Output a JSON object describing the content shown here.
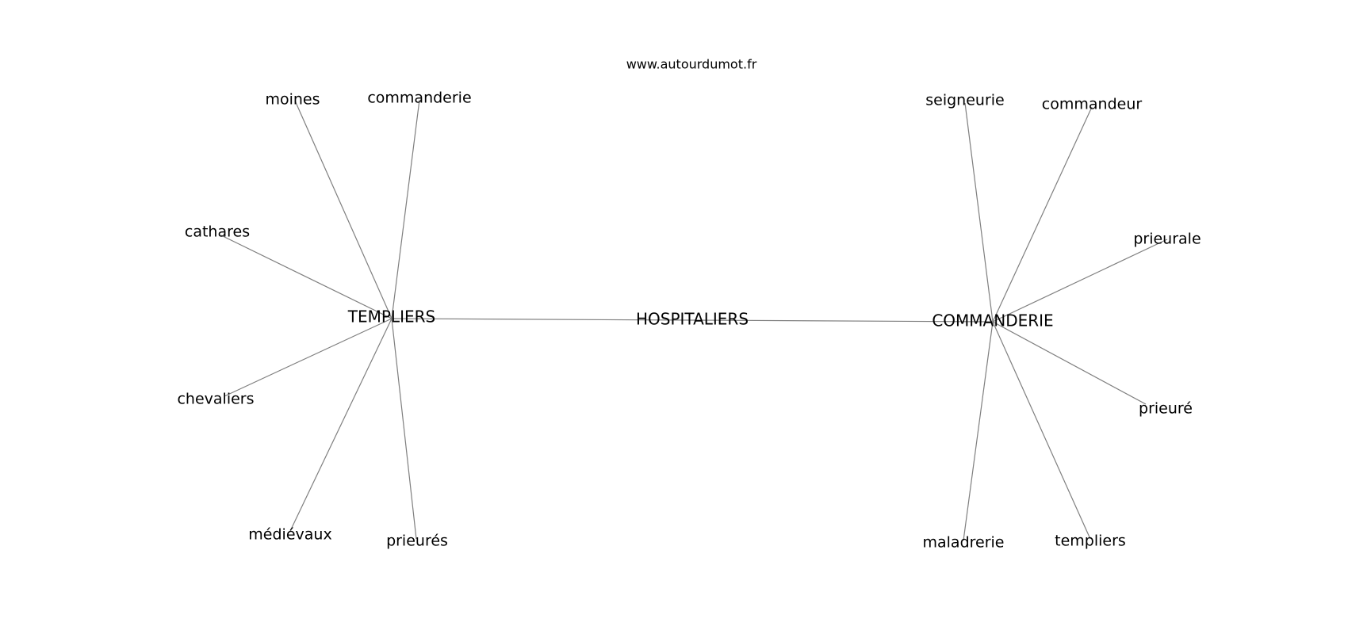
{
  "watermark": "www.autourdumot.fr",
  "hubs": [
    {
      "id": "templiers_hub",
      "label": "TEMPLIERS"
    },
    {
      "id": "hospitaliers",
      "label": "HOSPITALIERS"
    },
    {
      "id": "commanderie_hub",
      "label": "COMMANDERIE"
    }
  ],
  "leaves": [
    {
      "id": "moines",
      "label": "moines",
      "parent": "templiers_hub"
    },
    {
      "id": "commanderie",
      "label": "commanderie",
      "parent": "templiers_hub"
    },
    {
      "id": "cathares",
      "label": "cathares",
      "parent": "templiers_hub"
    },
    {
      "id": "chevaliers",
      "label": "chevaliers",
      "parent": "templiers_hub"
    },
    {
      "id": "medievaux",
      "label": "médiévaux",
      "parent": "templiers_hub"
    },
    {
      "id": "prieures",
      "label": "prieurés",
      "parent": "templiers_hub"
    },
    {
      "id": "seigneurie",
      "label": "seigneurie",
      "parent": "commanderie_hub"
    },
    {
      "id": "commandeur",
      "label": "commandeur",
      "parent": "commanderie_hub"
    },
    {
      "id": "prieurale",
      "label": "prieurale",
      "parent": "commanderie_hub"
    },
    {
      "id": "prieure",
      "label": "prieuré",
      "parent": "commanderie_hub"
    },
    {
      "id": "templiers",
      "label": "templiers",
      "parent": "commanderie_hub"
    },
    {
      "id": "maladrerie",
      "label": "maladrerie",
      "parent": "commanderie_hub"
    }
  ],
  "hub_links": [
    [
      "templiers_hub",
      "hospitaliers"
    ],
    [
      "hospitaliers",
      "commanderie_hub"
    ]
  ]
}
